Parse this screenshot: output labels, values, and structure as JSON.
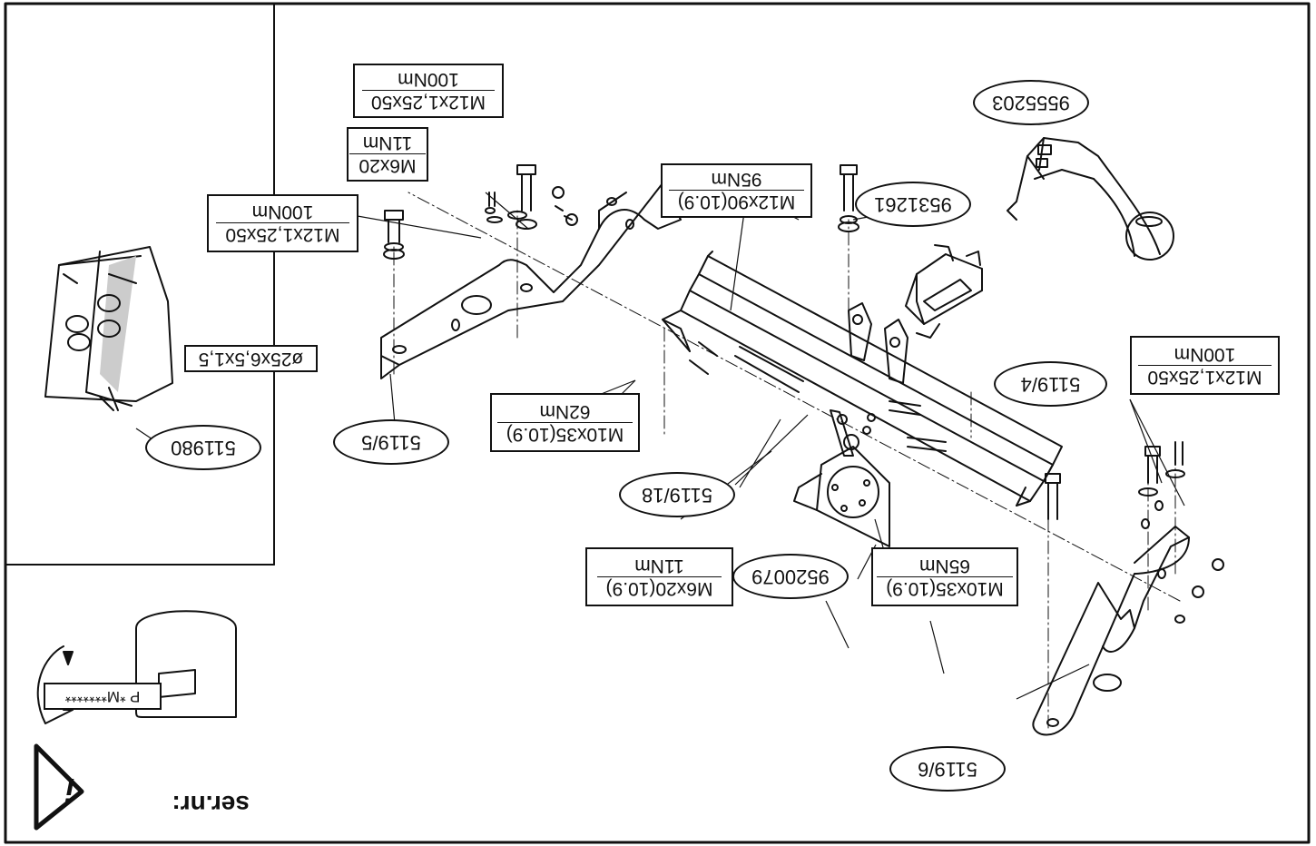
{
  "parts": {
    "ball_neck": "9555203",
    "wiring_bracket": "9531261",
    "crossbar": "5119/4",
    "side_bracket_left": "5119/5",
    "side_bracket_right": "5119/6",
    "socket_plate_bracket": "5119/18",
    "socket_plate": "9520079",
    "bolt_kit": "511980"
  },
  "fasteners": {
    "top_bolt": {
      "spec": "M12x1,25x50",
      "torque": "100Nm"
    },
    "left_bolt": {
      "spec": "M12x1,25x50",
      "torque": "100Nm"
    },
    "small_bolt": {
      "spec": "M6x20",
      "torque": "11Nm"
    },
    "washer": {
      "spec": "ø25x6,5x1,5"
    },
    "long_bolt": {
      "spec": "M12x90(10.9)",
      "torque": "95Nm"
    },
    "mid_bolt": {
      "spec": "M10x35(10.9)",
      "torque": "62Nm"
    },
    "right_bolt": {
      "spec": "M12x1,25x50",
      "torque": "100Nm"
    },
    "plate_bolt": {
      "spec": "M10x35(10.9)",
      "torque": "65Nm"
    },
    "socket_bolt": {
      "spec": "M6x20(10.9)",
      "torque": "11Nm"
    }
  },
  "info": {
    "serial_label": "ser.nr:",
    "plate_marking": "P *M*******"
  }
}
